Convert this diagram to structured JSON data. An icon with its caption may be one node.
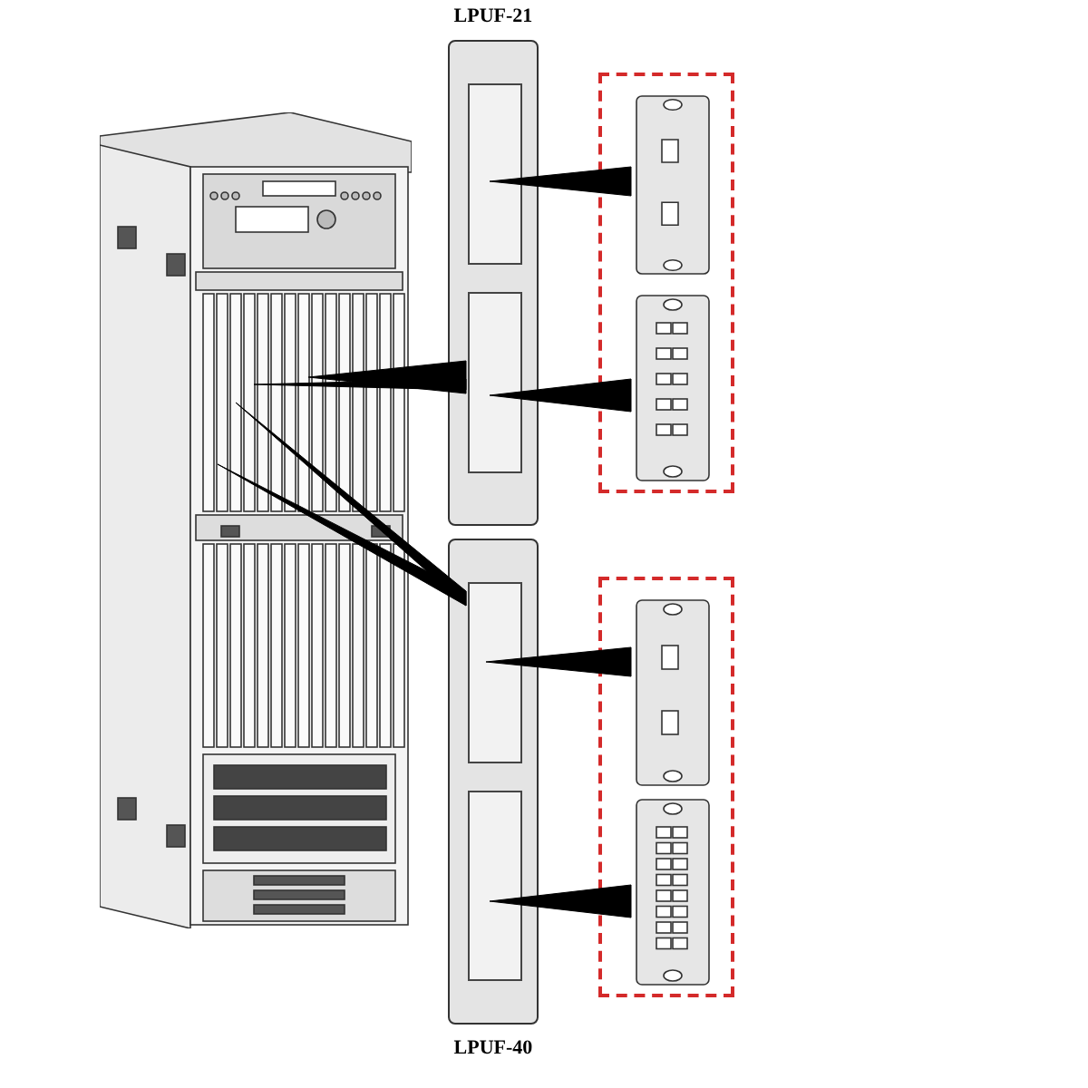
{
  "diagram": {
    "nodes": [
      {
        "text": [],
        "shape": "picture"
      },
      {
        "text": [
          "LPUF-21"
        ]
      },
      {
        "text": [],
        "shape": "box",
        "in": 1
      },
      {
        "text": [],
        "shape": "box",
        "in": 1
      },
      {
        "text": [
          "LPUF-40"
        ]
      },
      {
        "text": [],
        "shape": "box",
        "in": 4
      },
      {
        "text": [],
        "shape": "box",
        "in": 4
      },
      {
        "text": [],
        "shape": "box"
      },
      {
        "text": [],
        "shape": "picture",
        "in": 7
      },
      {
        "text": [],
        "shape": "picture",
        "in": 7
      },
      {
        "text": [],
        "shape": "box"
      },
      {
        "text": [],
        "shape": "picture",
        "in": 10
      },
      {
        "text": [],
        "shape": "picture",
        "in": 10
      }
    ],
    "edges": [
      {
        "from": 0,
        "to": 3,
        "arrow": "none"
      },
      {
        "from": 0,
        "to": 3,
        "arrow": "none"
      },
      {
        "from": 0,
        "to": 5,
        "arrow": "none"
      },
      {
        "from": 0,
        "to": 5,
        "arrow": "none"
      },
      {
        "from": 2,
        "to": 8,
        "arrow": "none"
      },
      {
        "from": 3,
        "to": 9,
        "arrow": "none"
      },
      {
        "from": 5,
        "to": 11,
        "arrow": "none"
      },
      {
        "from": 6,
        "to": 12,
        "arrow": "none"
      }
    ]
  }
}
